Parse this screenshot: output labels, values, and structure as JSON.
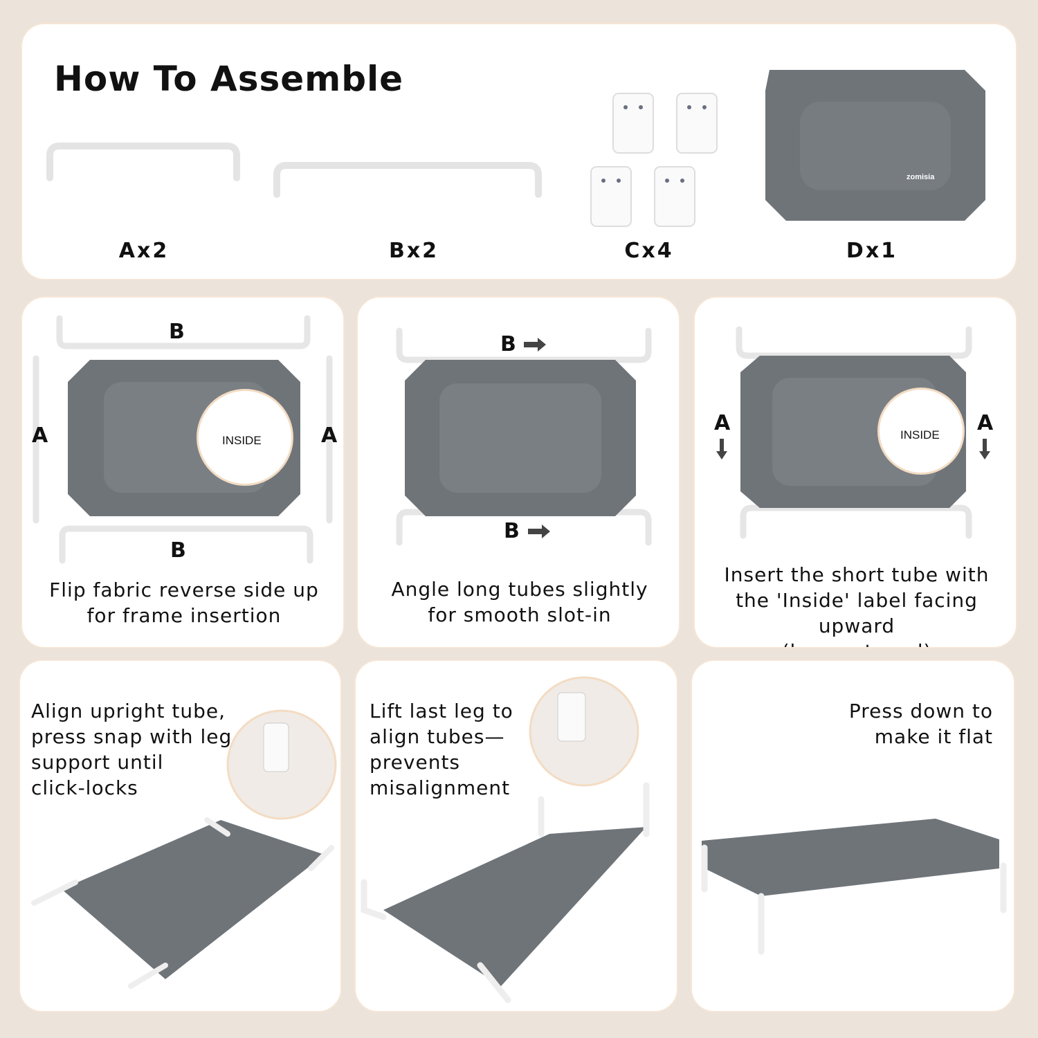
{
  "header": {
    "title": "How To Assemble"
  },
  "parts": [
    {
      "label": "Ax2"
    },
    {
      "label": "Bx2"
    },
    {
      "label": "Cx4"
    },
    {
      "label": "Dx1"
    }
  ],
  "brand": "zomisia",
  "steps": [
    {
      "caption_lines": [
        "Flip fabric reverse side up",
        "for frame insertion"
      ],
      "tags": [
        "B",
        "B",
        "A",
        "A"
      ],
      "inset_text": "INSIDE"
    },
    {
      "caption_lines": [
        "Angle long tubes slightly",
        "for smooth slot-in"
      ],
      "tags": [
        "B",
        "B"
      ]
    },
    {
      "caption_lines": [
        "Insert the short tube with",
        "the 'Inside' label facing upward",
        "(legs outward)"
      ],
      "tags": [
        "A",
        "A"
      ],
      "inset_text": "INSIDE"
    },
    {
      "caption_lines": [
        "Align upright tube,",
        "press snap with leg",
        "support until",
        "click-locks"
      ]
    },
    {
      "caption_lines": [
        "Lift last leg to",
        "align tubes—",
        "prevents",
        "misalignment"
      ]
    },
    {
      "caption_lines": [
        "Press down to",
        "make it flat"
      ]
    }
  ],
  "colors": {
    "background": "#ece3da",
    "fabric": "#6f7479",
    "fabric_center": "#7c8186",
    "card_border": "#f6e6d6",
    "tube": "#ffffff"
  }
}
